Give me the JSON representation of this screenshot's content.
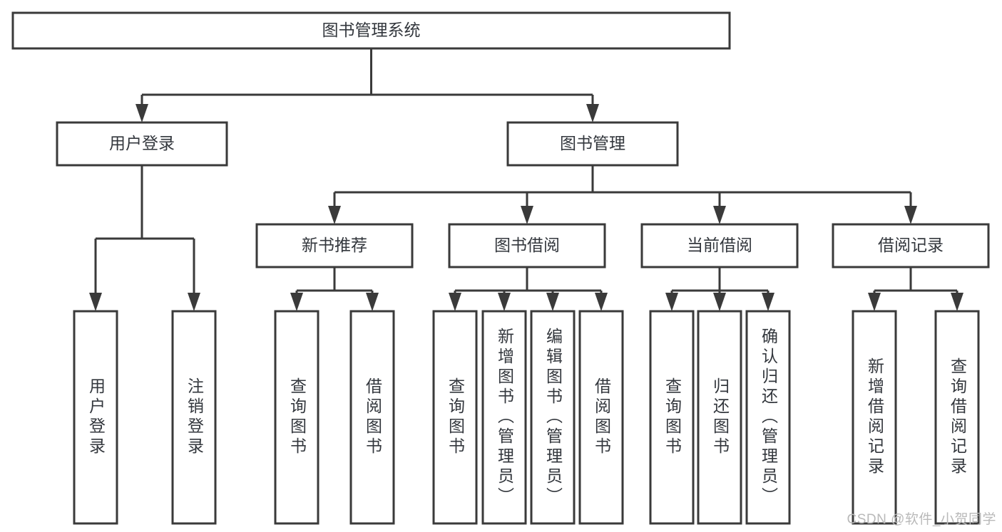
{
  "diagram": {
    "title": "图书管理系统",
    "type": "tree-hierarchy",
    "orientation": "top-down",
    "background_color": "#ffffff",
    "line_color": "#3a3a3a",
    "text_color": "#33373d"
  },
  "watermark": {
    "text": "CSDN @软件_小贺同学",
    "color": "#b9b9b9"
  },
  "nodes": {
    "root": {
      "label": "图书管理系统",
      "orientation": "horizontal"
    },
    "level1": [
      {
        "id": "user-login",
        "label": "用户登录",
        "orientation": "horizontal"
      },
      {
        "id": "book-management",
        "label": "图书管理",
        "orientation": "horizontal"
      }
    ],
    "level2": [
      {
        "id": "new-book-recommend",
        "label": "新书推荐",
        "orientation": "horizontal"
      },
      {
        "id": "book-borrow",
        "label": "图书借阅",
        "orientation": "horizontal"
      },
      {
        "id": "current-borrow",
        "label": "当前借阅",
        "orientation": "horizontal"
      },
      {
        "id": "borrow-record",
        "label": "借阅记录",
        "orientation": "horizontal"
      }
    ],
    "leaves": {
      "user-login": [
        {
          "id": "leaf-user-login",
          "label": "用户登录",
          "orientation": "vertical"
        },
        {
          "id": "leaf-user-logout",
          "label": "注销登录",
          "orientation": "vertical"
        }
      ],
      "new-book-recommend": [
        {
          "id": "leaf-query-book-1",
          "label": "查询图书",
          "orientation": "vertical"
        },
        {
          "id": "leaf-borrow-book-1",
          "label": "借阅图书",
          "orientation": "vertical"
        }
      ],
      "book-borrow": [
        {
          "id": "leaf-query-book-2",
          "label": "查询图书",
          "orientation": "vertical"
        },
        {
          "id": "leaf-add-book",
          "label": "新增图书（管理员）",
          "orientation": "vertical"
        },
        {
          "id": "leaf-edit-book",
          "label": "编辑图书（管理员）",
          "orientation": "vertical"
        },
        {
          "id": "leaf-borrow-book-2",
          "label": "借阅图书",
          "orientation": "vertical"
        }
      ],
      "current-borrow": [
        {
          "id": "leaf-query-book-3",
          "label": "查询图书",
          "orientation": "vertical"
        },
        {
          "id": "leaf-return-book",
          "label": "归还图书",
          "orientation": "vertical"
        },
        {
          "id": "leaf-confirm-return",
          "label": "确认归还（管理员）",
          "orientation": "vertical"
        }
      ],
      "borrow-record": [
        {
          "id": "leaf-add-record",
          "label": "新增借阅记录",
          "orientation": "vertical"
        },
        {
          "id": "leaf-query-record",
          "label": "查询借阅记录",
          "orientation": "vertical"
        }
      ]
    }
  }
}
